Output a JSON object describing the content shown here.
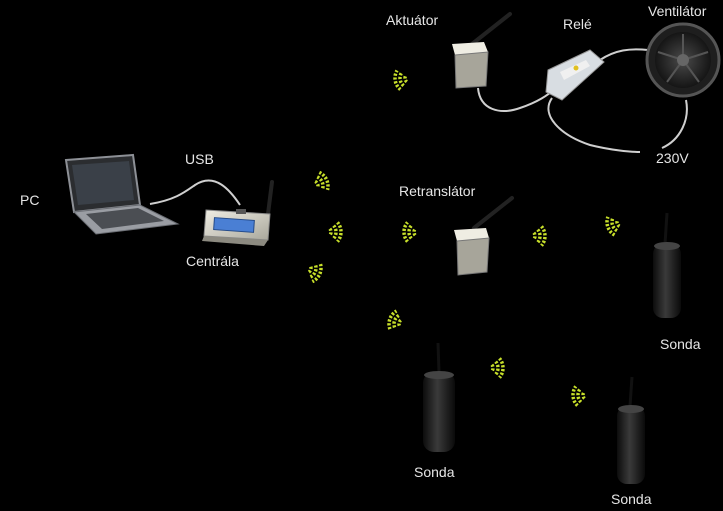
{
  "labels": {
    "pc": "PC",
    "usb": "USB",
    "centrala": "Centrála",
    "aktuator": "Aktuátor",
    "rele": "Relé",
    "ventilator": "Ventilátor",
    "voltage": "230V",
    "retranslator": "Retranslátor",
    "sonda_right": "Sonda",
    "sonda_center": "Sonda",
    "sonda_bottom": "Sonda"
  },
  "colors": {
    "background": "#000000",
    "wave": "#c8e02a",
    "cable": "#cfcfcf",
    "device_body": "#d9d7cc",
    "probe": "#1a1a1a",
    "display": "#4a7fd4"
  }
}
